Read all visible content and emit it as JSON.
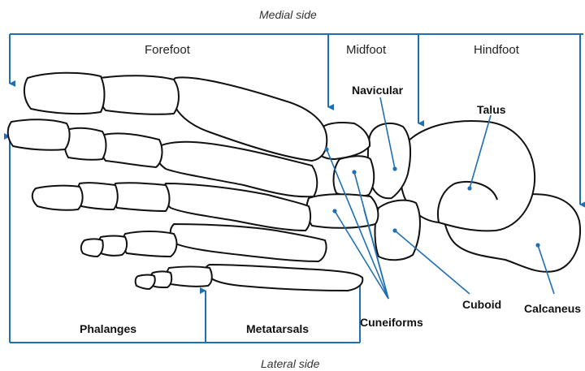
{
  "labels": {
    "medial_side": "Medial side",
    "lateral_side": "Lateral side",
    "forefoot": "Forefoot",
    "midfoot": "Midfoot",
    "hindfoot": "Hindfoot",
    "navicular": "Navicular",
    "talus": "Talus",
    "cuboid": "Cuboid",
    "calcaneus": "Calcaneus",
    "cuneiforms": "Cuneiforms",
    "phalanges": "Phalanges",
    "metatarsals": "Metatarsals"
  },
  "colors": {
    "accent": "#1f6fb2",
    "outline": "#111111",
    "background": "#ffffff"
  }
}
